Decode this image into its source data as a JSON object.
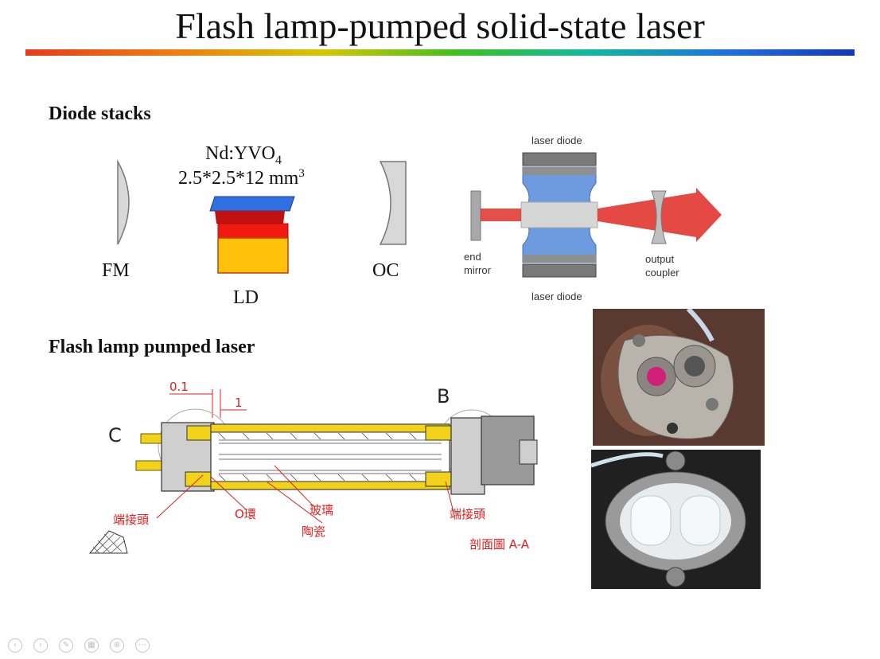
{
  "slide": {
    "title": "Flash lamp-pumped solid-state laser"
  },
  "diode_section": {
    "heading": "Diode stacks",
    "crystal_name": "Nd:YVO",
    "crystal_subscript": "4",
    "crystal_size": "2.5*2.5*12 mm",
    "crystal_size_sup": "3",
    "label_fm": "FM",
    "label_ld": "LD",
    "label_oc": "OC"
  },
  "schematic": {
    "laser_diode_top": "laser diode",
    "laser_diode_bottom": "laser diode",
    "end_mirror_line1": "end",
    "end_mirror_line2": "mirror",
    "output_line1": "output",
    "output_line2": "coupler"
  },
  "flash_section": {
    "heading": "Flash lamp pumped laser",
    "dim_a": "0.1",
    "dim_b": "1",
    "letter_b": "B",
    "letter_c": "C",
    "label_end_left": "端接頭",
    "label_oring": "O環",
    "label_glass": "玻璃",
    "label_ceramic": "陶瓷",
    "label_end_right": "端接頭",
    "label_section": "剖面圖 A-A"
  },
  "colors": {
    "rainbow_start": "#e83a1a",
    "rainbow_end": "#1438b8",
    "annotation_red": "#e02020",
    "housing_yellow": "#f2d21a",
    "beam_red": "#e0302a",
    "diode_blue": "#5a8fd8"
  },
  "controls": [
    "back-icon",
    "forward-icon",
    "pen-icon",
    "slides-icon",
    "zoom-icon",
    "more-icon"
  ]
}
